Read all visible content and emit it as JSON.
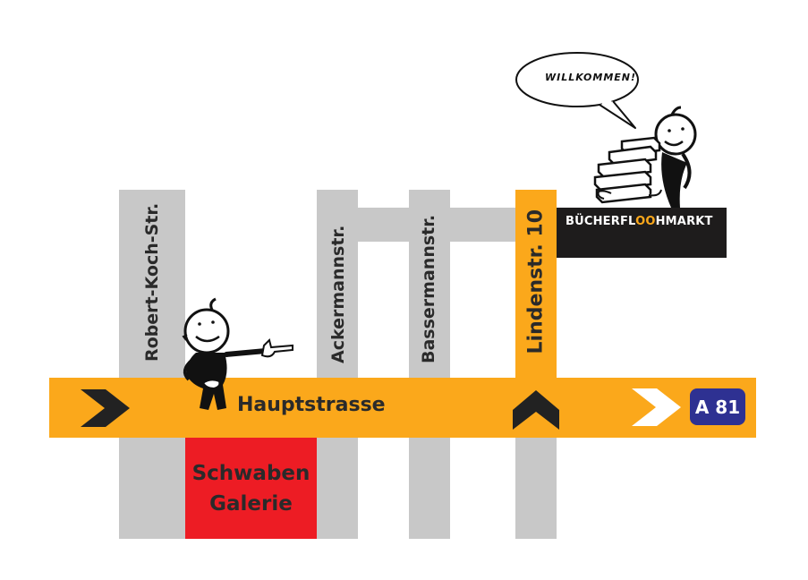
{
  "colors": {
    "road_main": "#fba81b",
    "side_street": "#c8c8c8",
    "gallery": "#ed1c24",
    "store_box": "#1e1c1c",
    "motorway_sign": "#2e3192",
    "text_dark": "#2a2a2a"
  },
  "streets": {
    "main": "Hauptstrasse",
    "robert_koch": "Robert-Koch-Str.",
    "ackermann": "Ackermannstr.",
    "bassermann": "Bassermannstr.",
    "linden": "Lindenstr. 10"
  },
  "landmark": {
    "line1": "Schwaben",
    "line2": "Galerie"
  },
  "store": {
    "name_prefix": "BÜCHERFL",
    "name_highlight": "OO",
    "name_suffix": "HMARKT"
  },
  "speech_bubble": "WILLKOMMEN!",
  "motorway": "A 81",
  "icons": {
    "entry_arrow": "chevron-right",
    "turn_arrow": "chevron-up",
    "exit_arrow": "chevron-right-white",
    "pointing_man": "cartoon-man-pointing",
    "book_man": "cartoon-man-carrying-books"
  }
}
